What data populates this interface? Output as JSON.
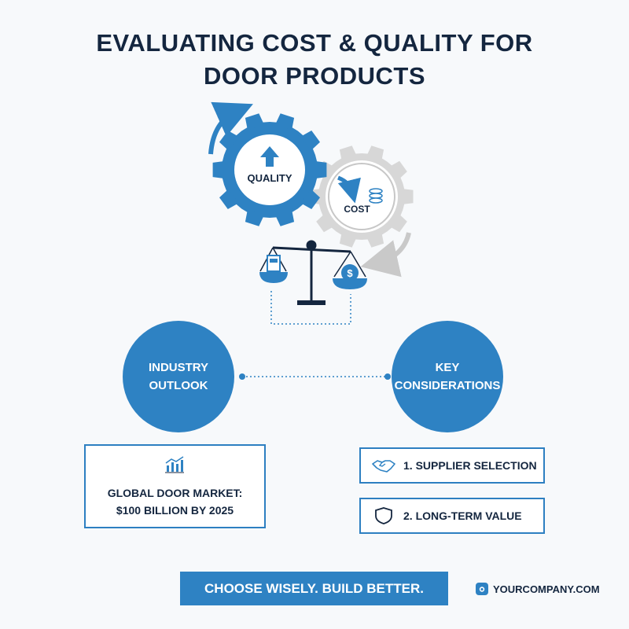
{
  "title": {
    "line1": "EVALUATING COST & QUALITY FOR",
    "line2": "DOOR PRODUCTS"
  },
  "gears": {
    "quality_label": "QUALITY",
    "cost_label": "COST"
  },
  "circles": {
    "industry_outlook": {
      "line1": "INDUSTRY",
      "line2": "OUTLOOK"
    },
    "key_considerations": {
      "line1": "KEY",
      "line2": "CONSIDERATIONS"
    }
  },
  "stat": {
    "line1": "GLOBAL DOOR MARKET:",
    "line2": "$100 BILLION BY 2025"
  },
  "considerations": [
    {
      "label": "1. SUPPLIER SELECTION",
      "icon": "handshake-icon"
    },
    {
      "label": "2. LONG-TERM VALUE",
      "icon": "shield-icon"
    }
  ],
  "banner": "CHOOSE WISELY. BUILD BETTER.",
  "brand": "YOURCOMPANY.COM",
  "colors": {
    "primary_blue": "#2e82c3",
    "dark_navy": "#14263f",
    "gear_gray": "#d7d7d7"
  }
}
